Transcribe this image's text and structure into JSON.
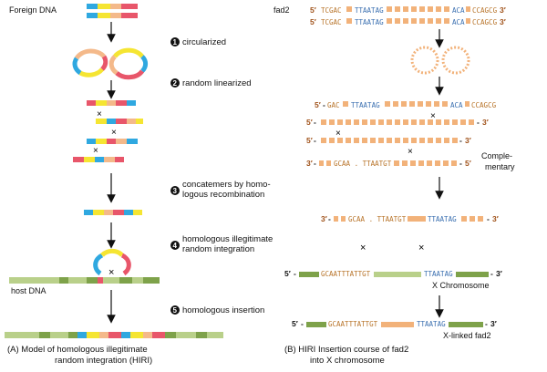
{
  "left": {
    "foreign_dna_label": "Foreign DNA",
    "steps": [
      {
        "num": "1",
        "text": "circularized"
      },
      {
        "num": "2",
        "text": "random linearized"
      },
      {
        "num": "3",
        "text1": "concatemers by homo-",
        "text2": "logous recombination"
      },
      {
        "num": "4",
        "text1": "homologous illegitimate",
        "text2": "random integration"
      },
      {
        "num": "5",
        "text": "homologous insertion"
      }
    ],
    "host_dna_label": "host DNA",
    "caption_line1": "(A)  Model of homologous illegitimate",
    "caption_line2": "random integration (HIRI)"
  },
  "right": {
    "fad2_label": "fad2",
    "five": "5′",
    "three": "3′",
    "seq_tcgac": "TCGAC",
    "seq_ttaatag": "TTAATAG",
    "seq_aca": "ACA",
    "seq_ccagcg": "CCAGCG",
    "seq_gac": "GAC",
    "seq_gcaa_ttaatgt": "GCAA . TTAATGT",
    "seq_gcaattt": "GCAATTTATTGT",
    "complementary_line1": "Comple-",
    "complementary_line2": "mentary",
    "x_chromosome_label": "X Chromosome",
    "x_linked_label": "X-linked fad2",
    "caption_line1": "(B)  HIRI Insertion course of fad2",
    "caption_line2": "into X chromosome"
  },
  "colors": {
    "red": "#e8566a",
    "yellow": "#f5e532",
    "blue": "#2fa8e0",
    "peach": "#f4b98a",
    "green": "#7ea24a",
    "lightgreen": "#b9d08a",
    "orange_dash": "#f2b27a"
  }
}
